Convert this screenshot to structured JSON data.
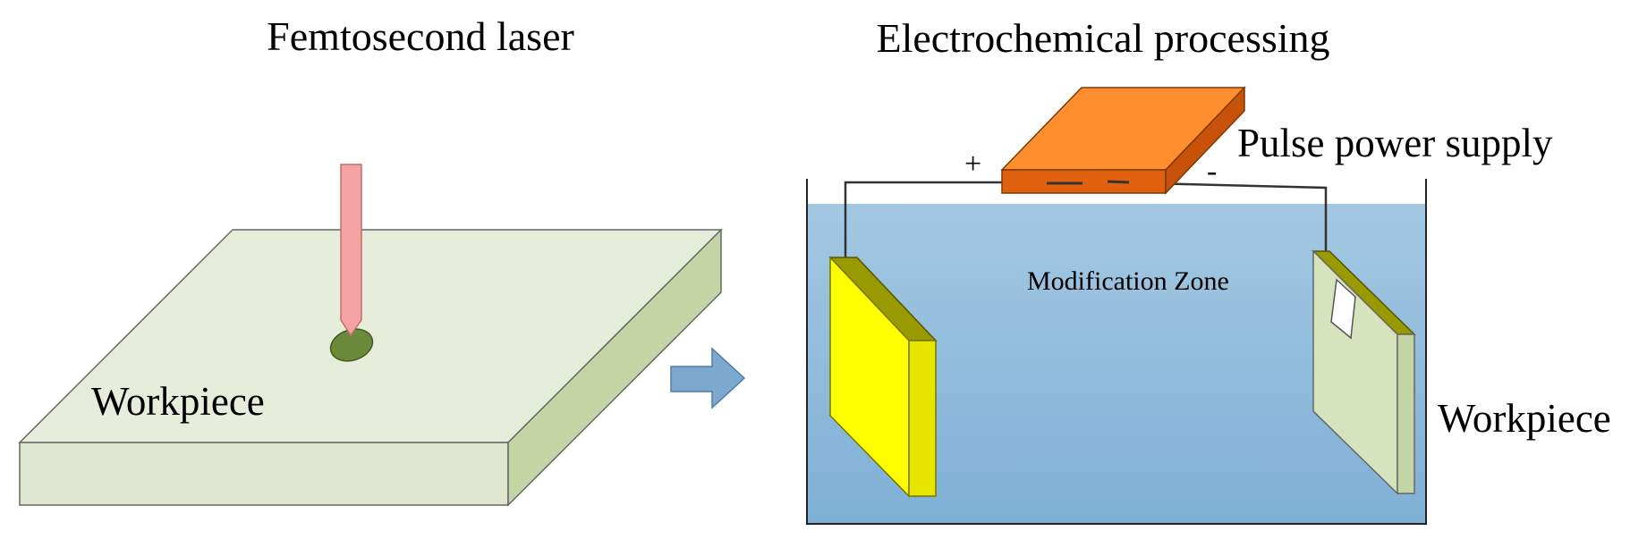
{
  "titles": {
    "left": "Femtosecond laser",
    "right": "Electrochemical processing"
  },
  "labels": {
    "left_workpiece": "Workpiece",
    "right_workpiece": "Workpiece",
    "power_supply": "Pulse power supply",
    "zone": "Modification Zone",
    "plus": "+",
    "minus": "-"
  },
  "colors": {
    "plate_top": "#e6eddb",
    "plate_front": "#dfe8cf",
    "plate_side": "#c3d5a4",
    "laser_beam": "#f4a3a3",
    "laser_edge": "#c07070",
    "spot": "#6b8b3a",
    "arrow": "#7ba9cf",
    "electrolyte_top": "#a4c8e2",
    "electrolyte_bottom": "#7eb0d6",
    "electrode_front": "#ffff00",
    "electrode_side": "#e6e600",
    "electrode_top": "#999900",
    "power_top": "#ff8f2e",
    "power_front": "#e0600e",
    "wire": "#333333"
  }
}
